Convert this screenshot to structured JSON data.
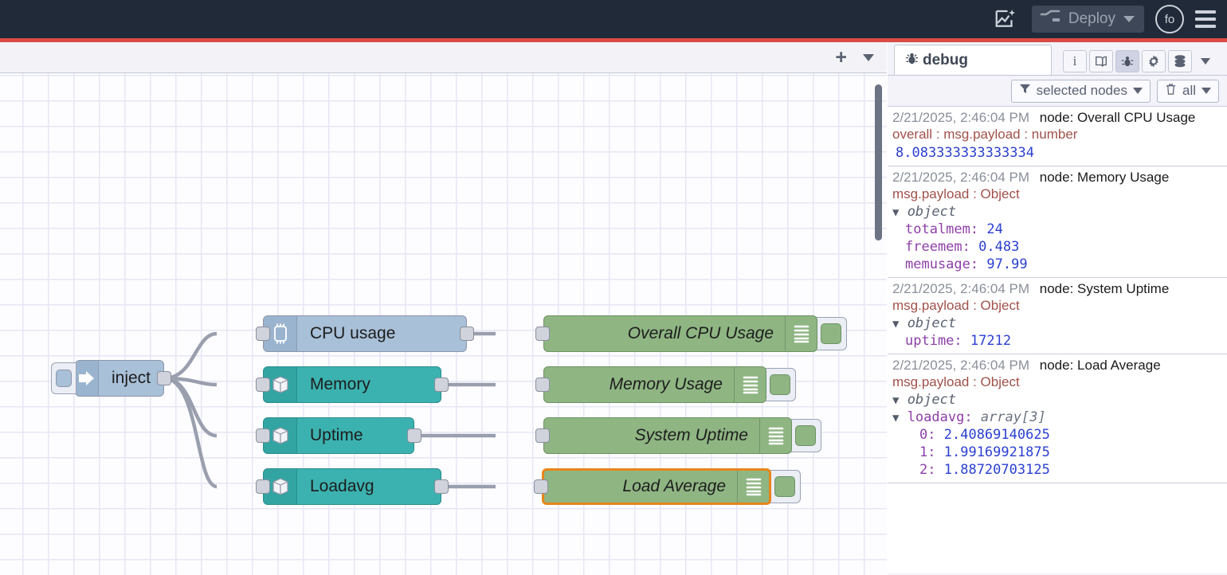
{
  "header": {
    "ai_icon": "flow-sparkle-icon",
    "deploy_label": "Deploy",
    "deploy_icon": "deploy-flow-icon",
    "avatar_label": "fo",
    "menu_icon": "hamburger-menu-icon",
    "accent_stripe_color": "#d94b44",
    "background_color": "#212a39"
  },
  "canvas_tabbar": {
    "add_tab_icon": "plus-icon",
    "tab_list_icon": "chevron-down-icon"
  },
  "flow": {
    "nodes": [
      {
        "id": "inject",
        "label": "inject",
        "type": "inject",
        "icon": "arrow-right-icon",
        "color": "#a8c0d8"
      },
      {
        "id": "cpu",
        "label": "CPU usage",
        "type": "system",
        "icon": "cpu-chip-icon",
        "color": "#a8c0d8"
      },
      {
        "id": "memory",
        "label": "Memory",
        "type": "system",
        "icon": "server-cube-icon",
        "color": "#3bb2b0"
      },
      {
        "id": "uptime",
        "label": "Uptime",
        "type": "system",
        "icon": "server-cube-icon",
        "color": "#3bb2b0"
      },
      {
        "id": "loadavg",
        "label": "Loadavg",
        "type": "system",
        "icon": "server-cube-icon",
        "color": "#3bb2b0"
      }
    ],
    "debug_nodes": [
      {
        "id": "d-cpu",
        "label": "Overall CPU Usage",
        "selected": false
      },
      {
        "id": "d-mem",
        "label": "Memory Usage",
        "selected": false
      },
      {
        "id": "d-uptime",
        "label": "System Uptime",
        "selected": false
      },
      {
        "id": "d-load",
        "label": "Load Average",
        "selected": true
      }
    ],
    "selection_color": "#e8851a",
    "debug_node_color": "#8fb583"
  },
  "sidebar": {
    "tab_label": "debug",
    "tab_icon": "bug-icon",
    "tools": [
      {
        "name": "info-icon",
        "glyph": "i",
        "active": false
      },
      {
        "name": "book-icon",
        "glyph": "",
        "active": false
      },
      {
        "name": "bug-icon",
        "glyph": "",
        "active": true
      },
      {
        "name": "gear-icon",
        "glyph": "",
        "active": false
      },
      {
        "name": "database-icon",
        "glyph": "",
        "active": false
      }
    ],
    "tools_caret_icon": "chevron-down-icon",
    "filter": {
      "nodes_label": "selected nodes",
      "nodes_icon": "funnel-icon",
      "clear_label": "all",
      "clear_icon": "trash-icon"
    },
    "messages": [
      {
        "timestamp": "2/21/2025, 2:46:04 PM",
        "node": "node: Overall CPU Usage",
        "topic": "overall : msg.payload : number",
        "kind": "value",
        "value": "8.083333333333334"
      },
      {
        "timestamp": "2/21/2025, 2:46:04 PM",
        "node": "node: Memory Usage",
        "topic": "msg.payload : Object",
        "kind": "object",
        "root": "object",
        "rows": [
          {
            "key": "totalmem",
            "value": "24",
            "indent": 1
          },
          {
            "key": "freemem",
            "value": "0.483",
            "indent": 1
          },
          {
            "key": "memusage",
            "value": "97.99",
            "indent": 1
          }
        ]
      },
      {
        "timestamp": "2/21/2025, 2:46:04 PM",
        "node": "node: System Uptime",
        "topic": "msg.payload : Object",
        "kind": "object",
        "root": "object",
        "rows": [
          {
            "key": "uptime",
            "value": "17212",
            "indent": 1
          }
        ]
      },
      {
        "timestamp": "2/21/2025, 2:46:04 PM",
        "node": "node: Load Average",
        "topic": "msg.payload : Object",
        "kind": "object",
        "root": "object",
        "rows": [
          {
            "key": "loadavg",
            "type": "array[3]",
            "indent": 1,
            "expandable": true
          },
          {
            "key": "0",
            "value": "2.40869140625",
            "indent": 2
          },
          {
            "key": "1",
            "value": "1.99169921875",
            "indent": 2
          },
          {
            "key": "2",
            "value": "1.88720703125",
            "indent": 2
          }
        ]
      }
    ]
  }
}
